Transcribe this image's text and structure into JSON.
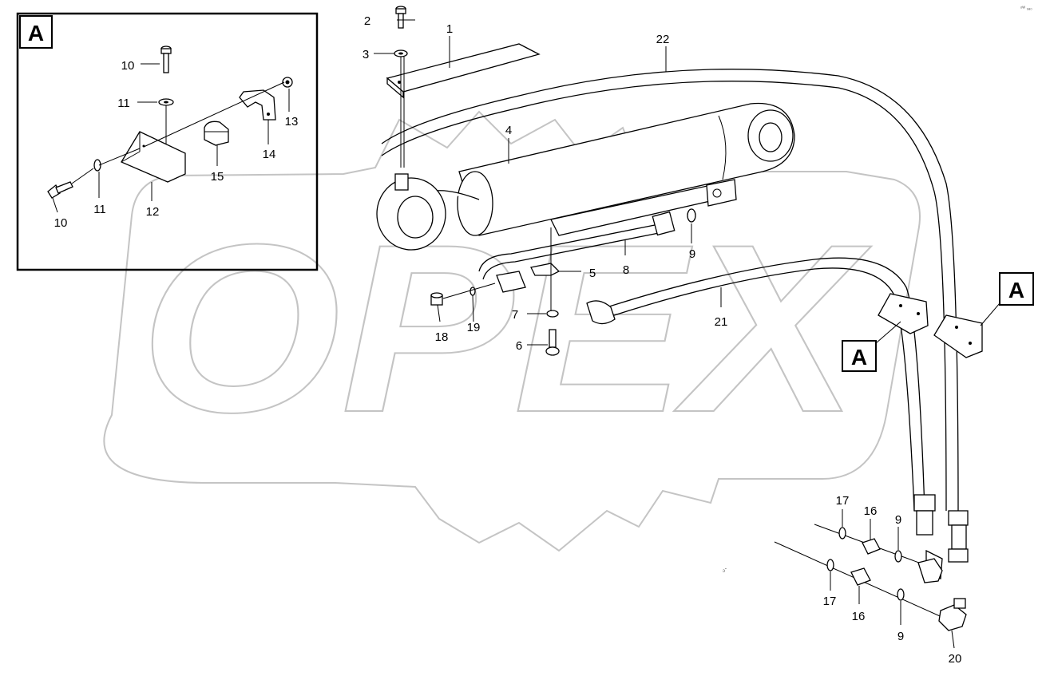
{
  "callouts": {
    "c1": "1",
    "c2": "2",
    "c3": "3",
    "c4": "4",
    "c5": "5",
    "c6": "6",
    "c7": "7",
    "c8": "8",
    "c9a": "9",
    "c9b": "9",
    "c9c": "9",
    "c10a": "10",
    "c10b": "10",
    "c11a": "11",
    "c11b": "11",
    "c12": "12",
    "c13": "13",
    "c14": "14",
    "c15": "15",
    "c16a": "16",
    "c16b": "16",
    "c17a": "17",
    "c17b": "17",
    "c18": "18",
    "c19": "19",
    "c20": "20",
    "c21": "21",
    "c22": "22"
  },
  "detail_markers": {
    "inset_label": "A",
    "marker_center": "A",
    "marker_right": "A"
  },
  "watermark": {
    "text": "OPEX"
  },
  "corner_note": {
    "text": "ᵒᵂ ₉ₐ₀"
  }
}
